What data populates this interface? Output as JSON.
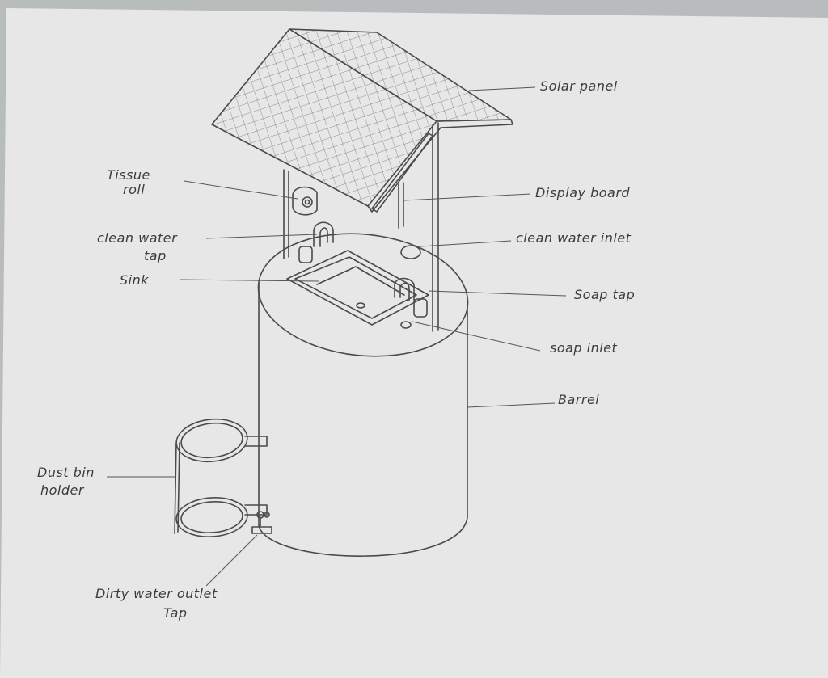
{
  "labels": {
    "solar_panel": "Solar panel",
    "tissue_roll_1": "Tissue",
    "tissue_roll_2": "roll",
    "display_board": "Display board",
    "clean_water_tap_1": "clean water",
    "clean_water_tap_2": "tap",
    "clean_water_inlet": "clean water inlet",
    "sink": "Sink",
    "soap_tap": "Soap tap",
    "soap_inlet": "soap inlet",
    "barrel": "Barrel",
    "dust_bin_holder_1": "Dust bin",
    "dust_bin_holder_2": "holder",
    "dirty_water_outlet_1": "Dirty water outlet",
    "dirty_water_outlet_2": "Tap"
  },
  "colors": {
    "paper": "#e6e7e6",
    "ink": "#4a4a4a"
  }
}
